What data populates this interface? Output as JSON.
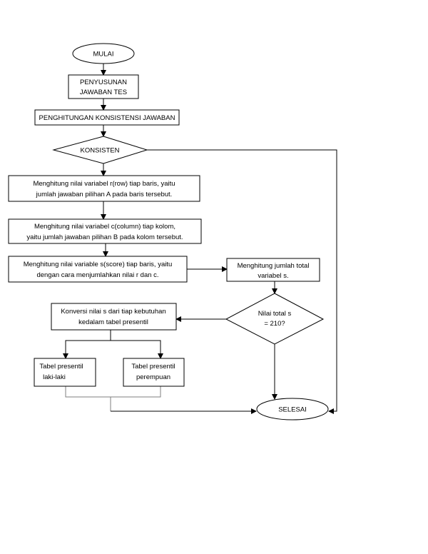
{
  "nodes": {
    "mulai": "MULAI",
    "penyusunan": [
      "PENYUSUNAN",
      "JAWABAN TES"
    ],
    "penghitungan": "PENGHITUNGAN KONSISTENSI JAWABAN",
    "konsisten": "KONSISTEN",
    "hitung_r": [
      "Menghitung nilai variabel r(row) tiap baris, yaitu",
      "jumlah jawaban pilihan A pada baris tersebut."
    ],
    "hitung_c": [
      "Menghitung nilai variabel c(column) tiap kolom,",
      "yaitu jumlah jawaban pilihan B pada kolom tersebut."
    ],
    "hitung_s": [
      "Menghitung nilai variable s(score) tiap baris, yaitu",
      "dengan cara menjumlahkan nilai r dan c."
    ],
    "hitung_total": [
      "Menghitung jumlah total",
      "variabel s."
    ],
    "nilai_total": [
      "Nilai total s",
      "= 210?"
    ],
    "konversi": [
      "Konversi nilai s dari tiap kebutuhan",
      "kedalam tabel presentil"
    ],
    "tabel_laki": [
      "Tabel presentil",
      "laki-laki"
    ],
    "tabel_perempuan": [
      "Tabel presentil",
      "perempuan"
    ],
    "selesai": "SELESAI"
  }
}
